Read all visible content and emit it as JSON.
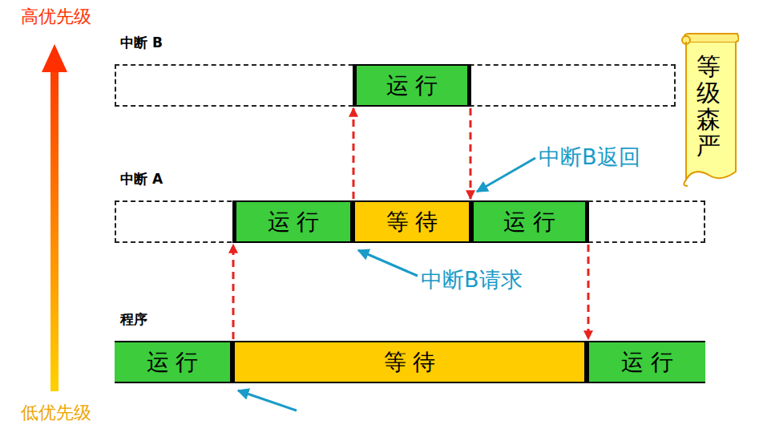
{
  "diagram": {
    "nodes": [
      {
        "text": [
          "中断 B"
        ]
      },
      {
        "text": [
          "运 行"
        ],
        "in": 0
      },
      {
        "text": [
          "等级森严"
        ]
      },
      {
        "text": [
          "中断 A"
        ]
      },
      {
        "text": [
          "运 行"
        ],
        "in": 3
      },
      {
        "text": [
          "等 待"
        ],
        "in": 3
      },
      {
        "text": [
          "运 行"
        ],
        "in": 3
      },
      {
        "text": [
          "程序"
        ]
      },
      {
        "text": [
          "运 行"
        ],
        "in": 7
      },
      {
        "text": [
          "等 待"
        ],
        "in": 7
      },
      {
        "text": [
          "运 行"
        ],
        "in": 7
      }
    ],
    "edges": [
      {
        "from": 8,
        "to": 4,
        "arrow": "to"
      },
      {
        "from": 4,
        "to": 1,
        "arrow": "to"
      },
      {
        "from": 1,
        "to": 6,
        "arrow": "to"
      },
      {
        "from": 6,
        "to": 10,
        "arrow": "to"
      }
    ],
    "labels": [
      "高优先级",
      "低优先级",
      "中断B返回",
      "中断B请求"
    ]
  }
}
